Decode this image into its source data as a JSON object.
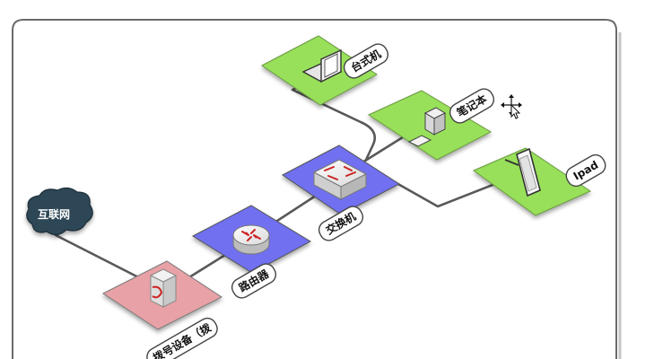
{
  "diagram": {
    "nodes": {
      "internet": {
        "label": "互联网",
        "icon": "cloud-icon"
      },
      "dialup": {
        "label": "拨号设备（拨",
        "icon": "modem-icon",
        "color": "#e8a1a6"
      },
      "router": {
        "label": "路由器",
        "icon": "router-icon",
        "color": "#6f6ff0"
      },
      "switch": {
        "label": "交换机",
        "icon": "switch-icon",
        "color": "#6f6ff0"
      },
      "desktop": {
        "label": "台式机",
        "icon": "laptop-icon",
        "color": "#98e05a"
      },
      "laptop": {
        "label": "笔记本",
        "icon": "desktop-computer-icon",
        "color": "#98e05a"
      },
      "ipad": {
        "label": "Ipad",
        "icon": "tablet-icon",
        "color": "#98e05a"
      }
    },
    "connections": [
      [
        "internet",
        "dialup"
      ],
      [
        "dialup",
        "router"
      ],
      [
        "router",
        "switch"
      ],
      [
        "switch",
        "desktop"
      ],
      [
        "switch",
        "laptop"
      ],
      [
        "switch",
        "ipad"
      ]
    ]
  }
}
